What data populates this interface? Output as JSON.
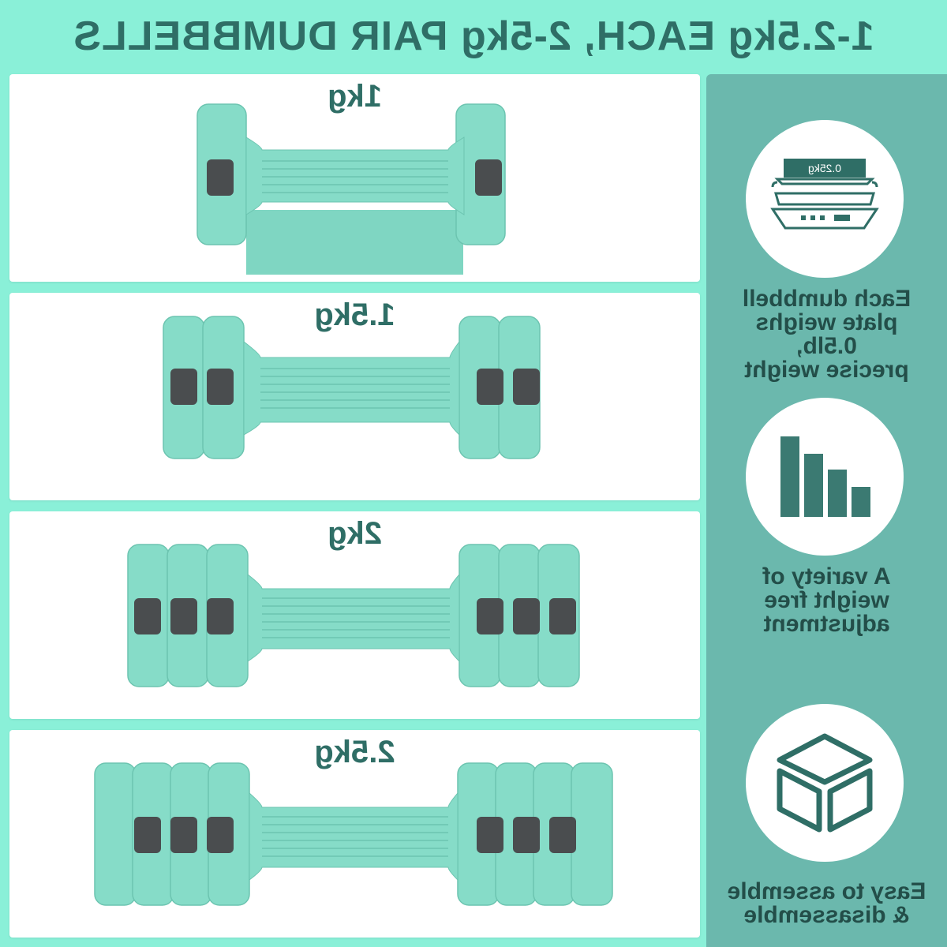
{
  "title": "1-2.5kg EACH, 2-5kg PAIR DUMBBELLS",
  "panels": [
    {
      "label": "1kg",
      "plates": 1
    },
    {
      "label": "1.5kg",
      "plates": 2
    },
    {
      "label": "2kg",
      "plates": 3
    },
    {
      "label": "2.5kg",
      "plates": 4
    }
  ],
  "features": [
    {
      "icon": "scale-icon",
      "scale_label": "0.25kg",
      "line1": "Each dumbbell",
      "line2": "plate weighs 0.5lb,",
      "line3": "precise weight"
    },
    {
      "icon": "bar-chart-icon",
      "line1": "A variety of",
      "line2": "weight free",
      "line3": "adjustment"
    },
    {
      "icon": "cube-icon",
      "line1": "Easy to assemble",
      "line2": "& disassemble"
    }
  ],
  "colors": {
    "background": "#8af0d8",
    "title": "#2f6e66",
    "sidebar": "#6bb8ad",
    "plate": "#86dcc8",
    "knob": "#4a4d4f"
  }
}
